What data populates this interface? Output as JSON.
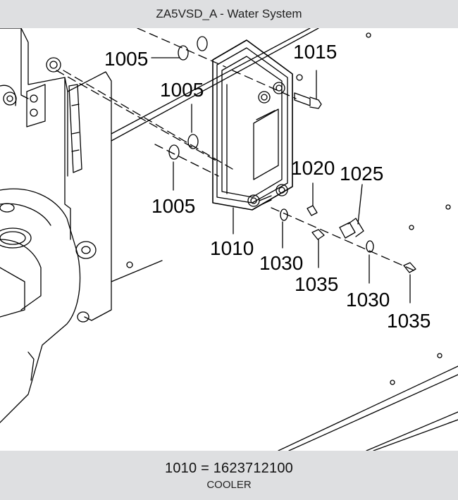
{
  "header": {
    "title": "ZA5VSD_A - Water System"
  },
  "diagram": {
    "callouts": [
      "1005",
      "1005",
      "1005",
      "1015",
      "1010",
      "1020",
      "1025",
      "1030",
      "1030",
      "1035",
      "1035"
    ]
  },
  "footer": {
    "part_number": "1010",
    "separator": "=",
    "order_number": "1623712100",
    "description": "COOLER"
  }
}
